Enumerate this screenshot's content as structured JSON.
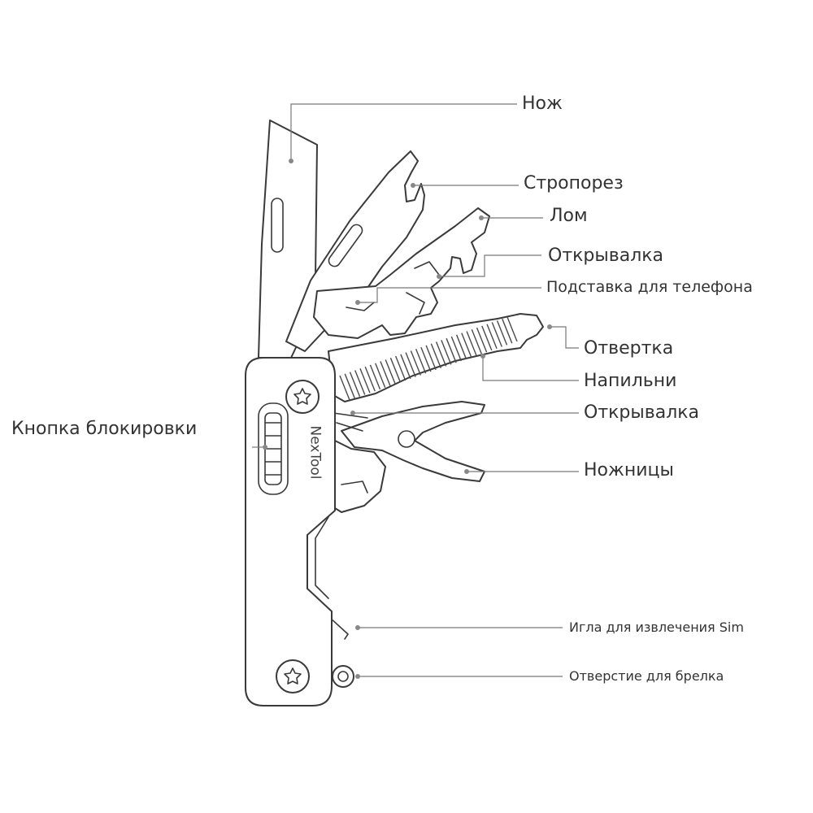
{
  "brand": "NexTool",
  "labels": {
    "knife": "Нож",
    "strap_cutter": "Стропорез",
    "crowbar": "Лом",
    "bottle_opener_top": "Открывалка",
    "phone_stand": "Подставка для телефона",
    "screwdriver": "Отвертка",
    "file": "Напильни",
    "bottle_opener_mid": "Открывалка",
    "scissors": "Ножницы",
    "lock_button": "Кнопка блокировки",
    "sim_needle": "Игла для извлечения Sim",
    "keyring_hole": "Отверстие для брелка"
  },
  "icons": {
    "torx_screw": "torx-screw-icon"
  },
  "colors": {
    "line": "#3a3a3a",
    "leader": "#777777",
    "text": "#333333"
  }
}
